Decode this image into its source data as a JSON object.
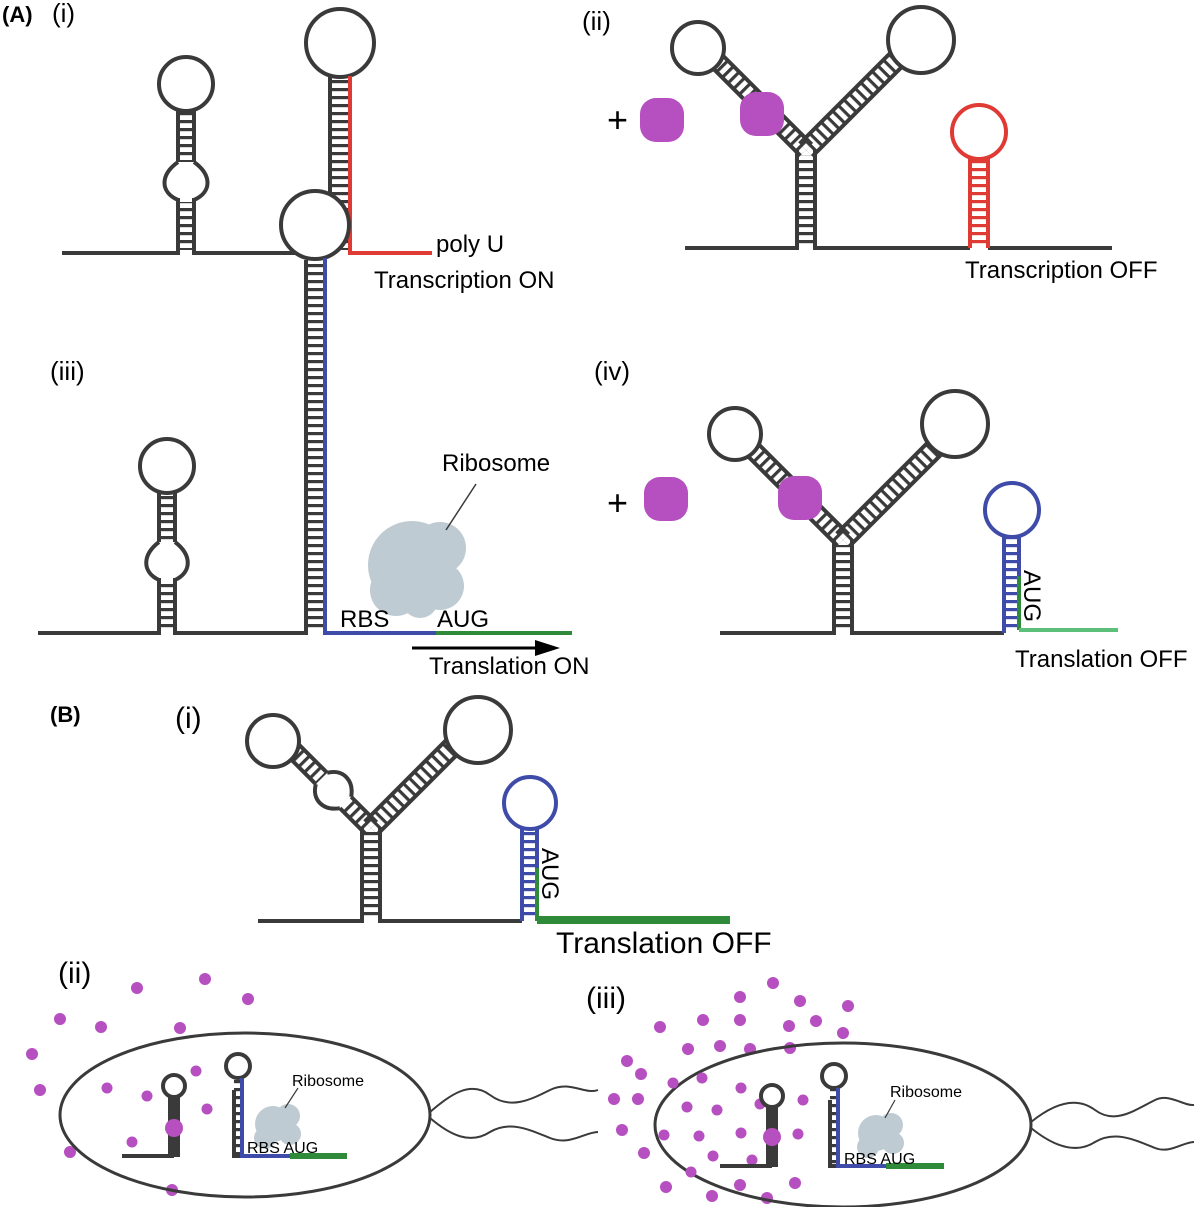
{
  "panel_labels": {
    "A": "(A)",
    "B": "(B)"
  },
  "sub_labels": {
    "a_i": "(i)",
    "a_ii": "(ii)",
    "a_iii": "(iii)",
    "a_iv": "(iv)",
    "b_i": "(i)",
    "b_ii": "(ii)",
    "b_iii": "(iii)"
  },
  "text": {
    "poly_u": "poly U",
    "transcription_on": "Transcription ON",
    "transcription_off": "Transcription OFF",
    "plus": "+",
    "ribosome": "Ribosome",
    "rbs": "RBS",
    "aug": "AUG",
    "translation_on": "Translation ON",
    "translation_off": "Translation OFF",
    "rbs_aug": "RBS AUG"
  },
  "colors": {
    "rna": "#3a3a3a",
    "terminator": "#e03a34",
    "rbs": "#3e4ba8",
    "coding": "#2f8a3a",
    "coding_light": "#5cbf7a",
    "ligand": "#b64fc0",
    "ribosome": "#bfcbd2"
  }
}
